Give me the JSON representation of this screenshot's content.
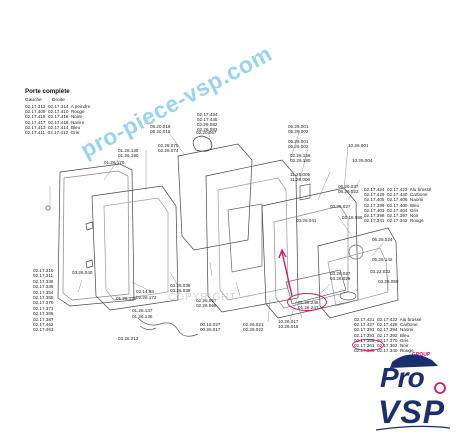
{
  "header": {
    "title": "Porte complète",
    "col_left": "Gauche",
    "col_right": "Droite"
  },
  "color_list": [
    [
      "02.17.313",
      "02.17.314",
      "A peindre"
    ],
    [
      "02.17.409",
      "02.17.410",
      "Rouge"
    ],
    [
      "02.17.415",
      "02.17.416",
      "Noire"
    ],
    [
      "02.17.417",
      "02.17.418",
      "Navire"
    ],
    [
      "02.17.413",
      "02.17.414",
      "Bleu"
    ],
    [
      "02.17.411",
      "02.17.412",
      "Gris"
    ]
  ],
  "right_list_top": [
    [
      "02.17.424",
      "02.17.423",
      "Alu brossé"
    ],
    [
      "02.17.429",
      "02.17.430",
      "Carbone"
    ],
    [
      "02.17.405",
      "02.17.406",
      "Naomi"
    ],
    [
      "02.17.399",
      "02.17.400",
      "Bleu"
    ],
    [
      "02.17.403",
      "02.17.404",
      "Gris"
    ],
    [
      "02.17.398",
      "02.17.397",
      "Noir"
    ],
    [
      "02.17.341",
      "02.17.342",
      "Rouge"
    ]
  ],
  "right_list_bottom": [
    [
      "02.17.421",
      "02.17.422",
      "Alu brossé"
    ],
    [
      "02.17.427",
      "02.17.428",
      "Carbone"
    ],
    [
      "02.17.393",
      "02.17.394",
      "Naomi"
    ],
    [
      "02.17.391",
      "02.17.392",
      "Bleu"
    ],
    [
      "02.17.369",
      "02.17.370",
      "Gris"
    ],
    [
      "02.17.361",
      "02.17.362",
      "Noir"
    ],
    [
      "02.17.339",
      "02.17.340",
      "Rouge"
    ]
  ],
  "left_codes": [
    "02.17.310",
    "02.17.311",
    "02.17.336",
    "02.17.339",
    "02.17.354",
    "02.17.355",
    "02.17.370",
    "02.17.371",
    "02.17.386",
    "02.17.387",
    "02.17.462",
    "02.17.463"
  ],
  "labels": [
    {
      "id": "l1",
      "text": "02.17.434"
    },
    {
      "id": "l2",
      "text": "02.17.435"
    },
    {
      "id": "l3",
      "text": "02.26.082"
    },
    {
      "id": "l4",
      "text": "02.26.083"
    },
    {
      "id": "l5",
      "text": "05.20.018"
    },
    {
      "id": "l6",
      "text": "05.20.015"
    },
    {
      "id": "l7",
      "text": "02.20.067"
    },
    {
      "id": "l8",
      "text": "02.28.075"
    },
    {
      "id": "l9",
      "text": "02.26.074"
    },
    {
      "id": "l10",
      "text": "01.26.135"
    },
    {
      "id": "l11",
      "text": "01.26.190"
    },
    {
      "id": "l12",
      "text": "01.26.170"
    },
    {
      "id": "l13",
      "text": "05.26.001"
    },
    {
      "id": "l14",
      "text": "05.26.002"
    },
    {
      "id": "l15",
      "text": "05.26.001"
    },
    {
      "id": "l16",
      "text": "05.26.002"
    },
    {
      "id": "l17",
      "text": "10.26.001"
    },
    {
      "id": "l18",
      "text": "02.26.159"
    },
    {
      "id": "l19",
      "text": "02.26.180"
    },
    {
      "id": "l20",
      "text": "10.26.004"
    },
    {
      "id": "l21",
      "text": "11.26.005"
    },
    {
      "id": "l22",
      "text": "11.26.006"
    },
    {
      "id": "l23",
      "text": "06.26.037"
    },
    {
      "id": "l24",
      "text": "06.26.022"
    },
    {
      "id": "l25",
      "text": "03.26.027"
    },
    {
      "id": "l26",
      "text": "03.18.086"
    },
    {
      "id": "l27",
      "text": "06.26.024"
    },
    {
      "id": "l28",
      "text": "05.26.142"
    },
    {
      "id": "l29",
      "text": "03.22.032"
    },
    {
      "id": "l30",
      "text": "03.26.055"
    },
    {
      "id": "l31",
      "text": "03.26.040"
    },
    {
      "id": "l32",
      "text": "03.26.039"
    },
    {
      "id": "l33",
      "text": "03.26.038"
    },
    {
      "id": "l34",
      "text": "02.26.067"
    },
    {
      "id": "l35",
      "text": "02.26.068"
    },
    {
      "id": "l36",
      "text": "01.26.125"
    },
    {
      "id": "l37",
      "text": "02.14.63"
    },
    {
      "id": "l38",
      "text": "02.26.172"
    },
    {
      "id": "l39",
      "text": "01.26.137"
    },
    {
      "id": "l40",
      "text": "01.26.136"
    },
    {
      "id": "l41",
      "text": "01.26.246"
    },
    {
      "id": "l42",
      "text": "01.26.247"
    },
    {
      "id": "l43",
      "text": "10.26.017"
    },
    {
      "id": "l44",
      "text": "10.26.018"
    },
    {
      "id": "l45",
      "text": "00.16.027"
    },
    {
      "id": "l46",
      "text": "00.26.017"
    },
    {
      "id": "l47",
      "text": "02.26.021"
    },
    {
      "id": "l48",
      "text": "02.26.022"
    },
    {
      "id": "l49",
      "text": "03.26.012"
    },
    {
      "id": "l50",
      "text": "03.26.027"
    },
    {
      "id": "l51",
      "text": "03.26.028"
    },
    {
      "id": "l52",
      "text": "03.26.041"
    }
  ],
  "highlight": {
    "color": "#d11a6b"
  },
  "watermark": {
    "text": "pro-piece-vsp.com",
    "color": "#7ec7ea"
  },
  "copyright": {
    "text": "COPYRIGHT"
  },
  "logo": {
    "group": "GROUP",
    "pro": "Pro",
    "vsp": "VSP",
    "color": "#1a2f6b",
    "accent": "#d11a6b"
  }
}
